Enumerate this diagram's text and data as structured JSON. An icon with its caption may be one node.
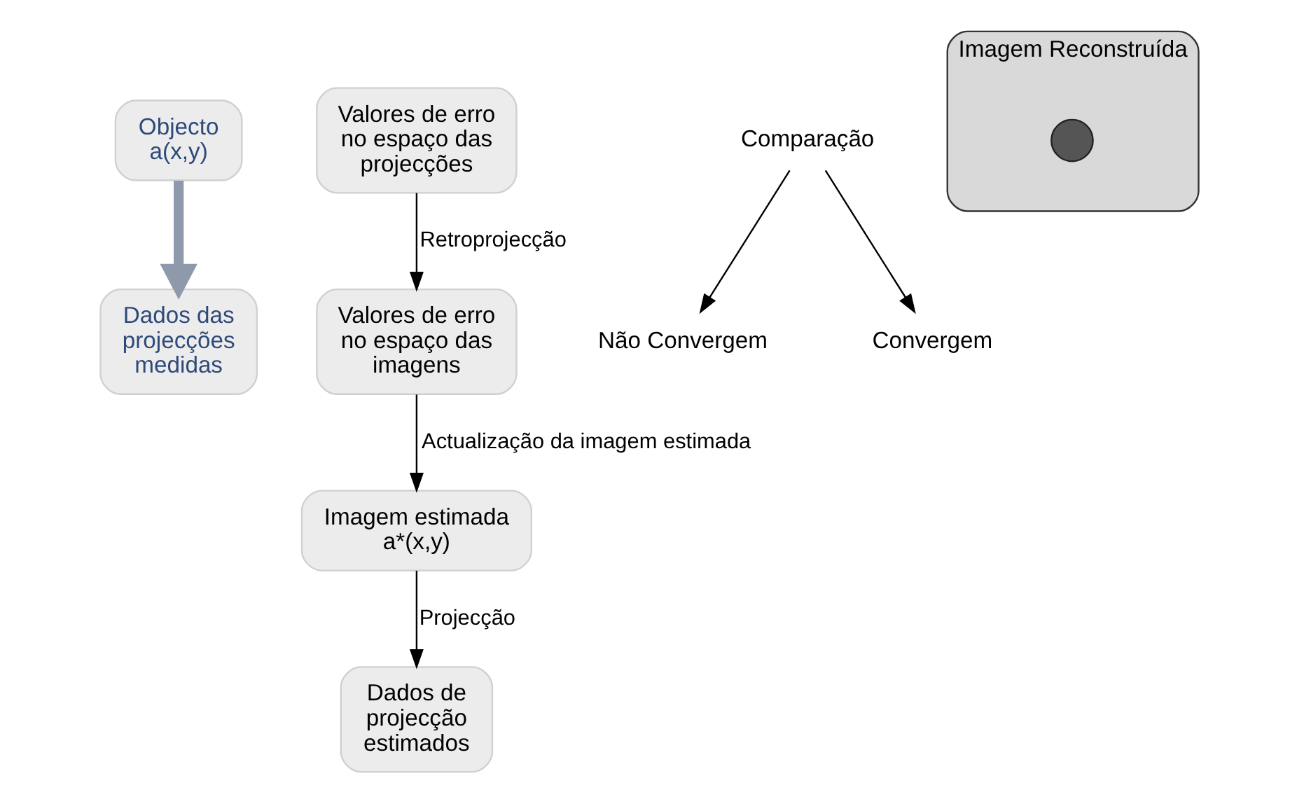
{
  "diagram": {
    "nodes": [
      {
        "text": [
          "Objecto",
          "a(x,y)"
        ]
      },
      {
        "text": [
          "Imagem estimada",
          "a*(x,y)"
        ]
      },
      {
        "text": [
          "Valores de erro no espaço das imagens"
        ]
      },
      {
        "text": [
          "Dados de projecção estimados"
        ]
      },
      {
        "text": [
          "Dados das projecções medidas"
        ]
      },
      {
        "text": [
          "Valores de erro no espaço das projecções"
        ]
      },
      {
        "text": [
          "Comparação"
        ]
      },
      {
        "text": [
          "Não Convergem"
        ]
      },
      {
        "text": [
          "Convergem"
        ]
      },
      {
        "text": [
          "Imagem Reconstruída"
        ]
      },
      {
        "text": [],
        "shape": "circle",
        "in": 9
      }
    ],
    "edges": [
      {
        "from": 1,
        "to": 3,
        "arrow": "to",
        "label": "Projecção"
      },
      {
        "from": 0,
        "to": 4,
        "arrow": "to",
        "style": "thick",
        "color": "#8e9aab"
      },
      {
        "from": 6,
        "to": 7,
        "arrow": "to"
      },
      {
        "from": 6,
        "to": 8,
        "arrow": "to"
      },
      {
        "from": 5,
        "to": 2,
        "arrow": "to",
        "label": "Retroprojecção"
      },
      {
        "from": 2,
        "to": 1,
        "arrow": "to",
        "label": "Actualização da imagem estimada"
      }
    ]
  }
}
